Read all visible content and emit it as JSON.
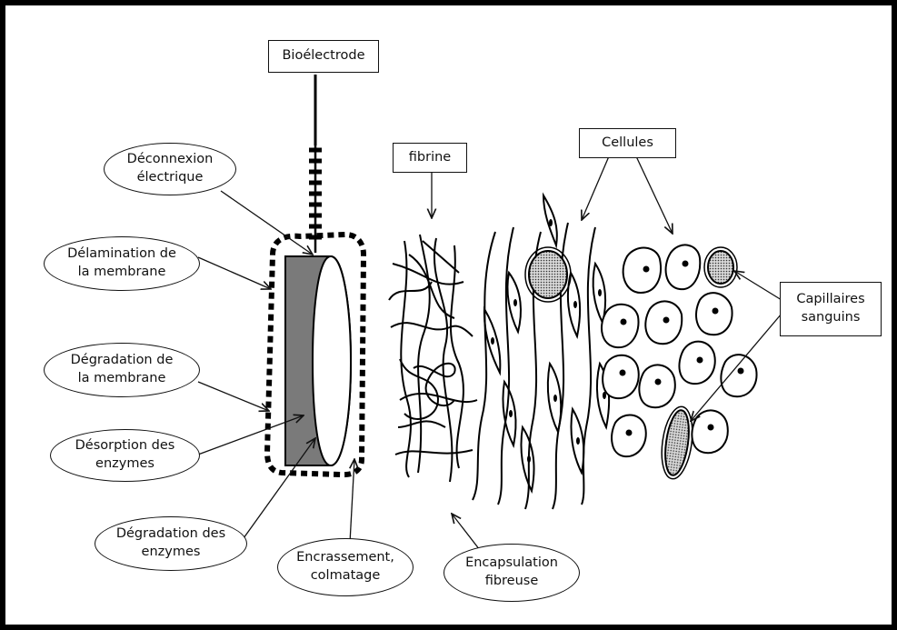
{
  "labels": {
    "bioelectrode": "Bioélectrode",
    "deconnexion": "Déconnexion\nélectrique",
    "delamination": "Délamination de\nla membrane",
    "degradation_membrane": "Dégradation de\nla membrane",
    "desorption": "Désorption des\nenzymes",
    "degradation_enzymes": "Dégradation des\nenzymes",
    "encrassement": "Encrassement,\ncolmatage",
    "encapsulation": "Encapsulation\nfibreuse",
    "fibrine": "fibrine",
    "cellules": "Cellules",
    "capillaires": "Capillaires\nsanguins"
  },
  "colors": {
    "electrode_body": "#7a7a7a",
    "outline": "#000000",
    "capillary_fill": "#bdbdbd"
  }
}
